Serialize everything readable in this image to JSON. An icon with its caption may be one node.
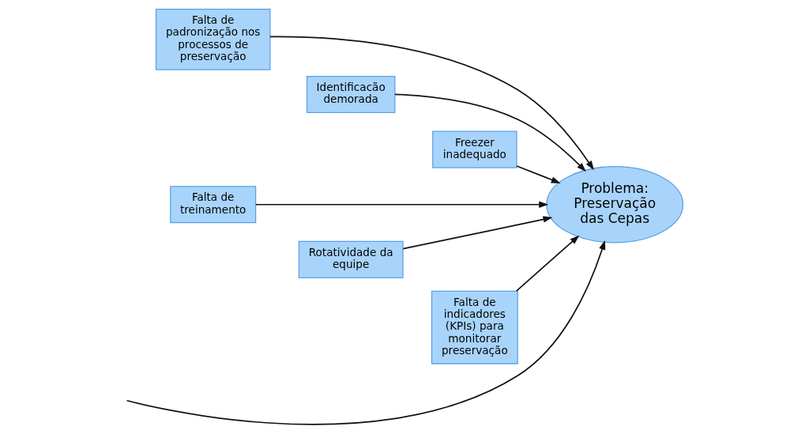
{
  "diagram": {
    "nodes": [
      {
        "text": [
          "Falta de padronização nos processos de preservação"
        ]
      },
      {
        "text": [
          "Identificacão demorada"
        ]
      },
      {
        "text": [
          "Freezer inadequado"
        ]
      },
      {
        "text": [
          "Problema: Preservação das Cepas"
        ]
      },
      {
        "text": [
          "Falta de treinamento"
        ]
      },
      {
        "text": [
          "Rotatividade da equipe"
        ]
      },
      {
        "text": [
          "Falta de indicadores (KPIs) para monitorar preservação"
        ]
      }
    ],
    "edges": [
      {
        "from": null,
        "to": 3,
        "arrow": "to"
      },
      {
        "from": 0,
        "to": 3,
        "arrow": "to"
      },
      {
        "from": 4,
        "to": 3,
        "arrow": "to"
      },
      {
        "from": 1,
        "to": 3,
        "arrow": "to"
      },
      {
        "from": 5,
        "to": 3,
        "arrow": "to"
      },
      {
        "from": 2,
        "to": 3,
        "arrow": "to"
      },
      {
        "from": 6,
        "to": 3,
        "arrow": "to"
      }
    ]
  }
}
